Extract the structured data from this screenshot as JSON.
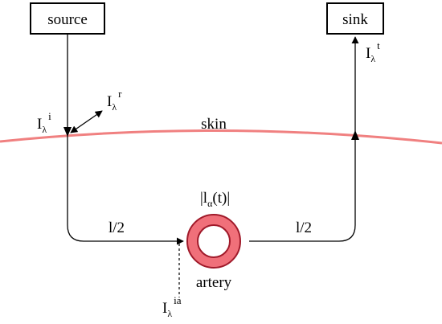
{
  "boxes": {
    "source": "source",
    "sink": "sink"
  },
  "labels": {
    "skin": "skin",
    "artery": "artery",
    "half_left": "l/2",
    "half_right": "l/2",
    "artery_signal": {
      "open": "|l",
      "sub": "α",
      "close": "(t)|"
    }
  },
  "intensities": {
    "incident": {
      "base": "I",
      "sub": "λ",
      "sup": "i"
    },
    "reflected": {
      "base": "I",
      "sub": "λ",
      "sup": "r"
    },
    "transmitted": {
      "base": "I",
      "sub": "λ",
      "sup": "t"
    },
    "artery_incident": {
      "base": "I",
      "sub": "λ",
      "sup": "ia"
    }
  },
  "colors": {
    "skin_line": "#f08080",
    "artery_fill": "#f0707a",
    "artery_stroke": "#a01a2a",
    "ink": "#000000"
  }
}
